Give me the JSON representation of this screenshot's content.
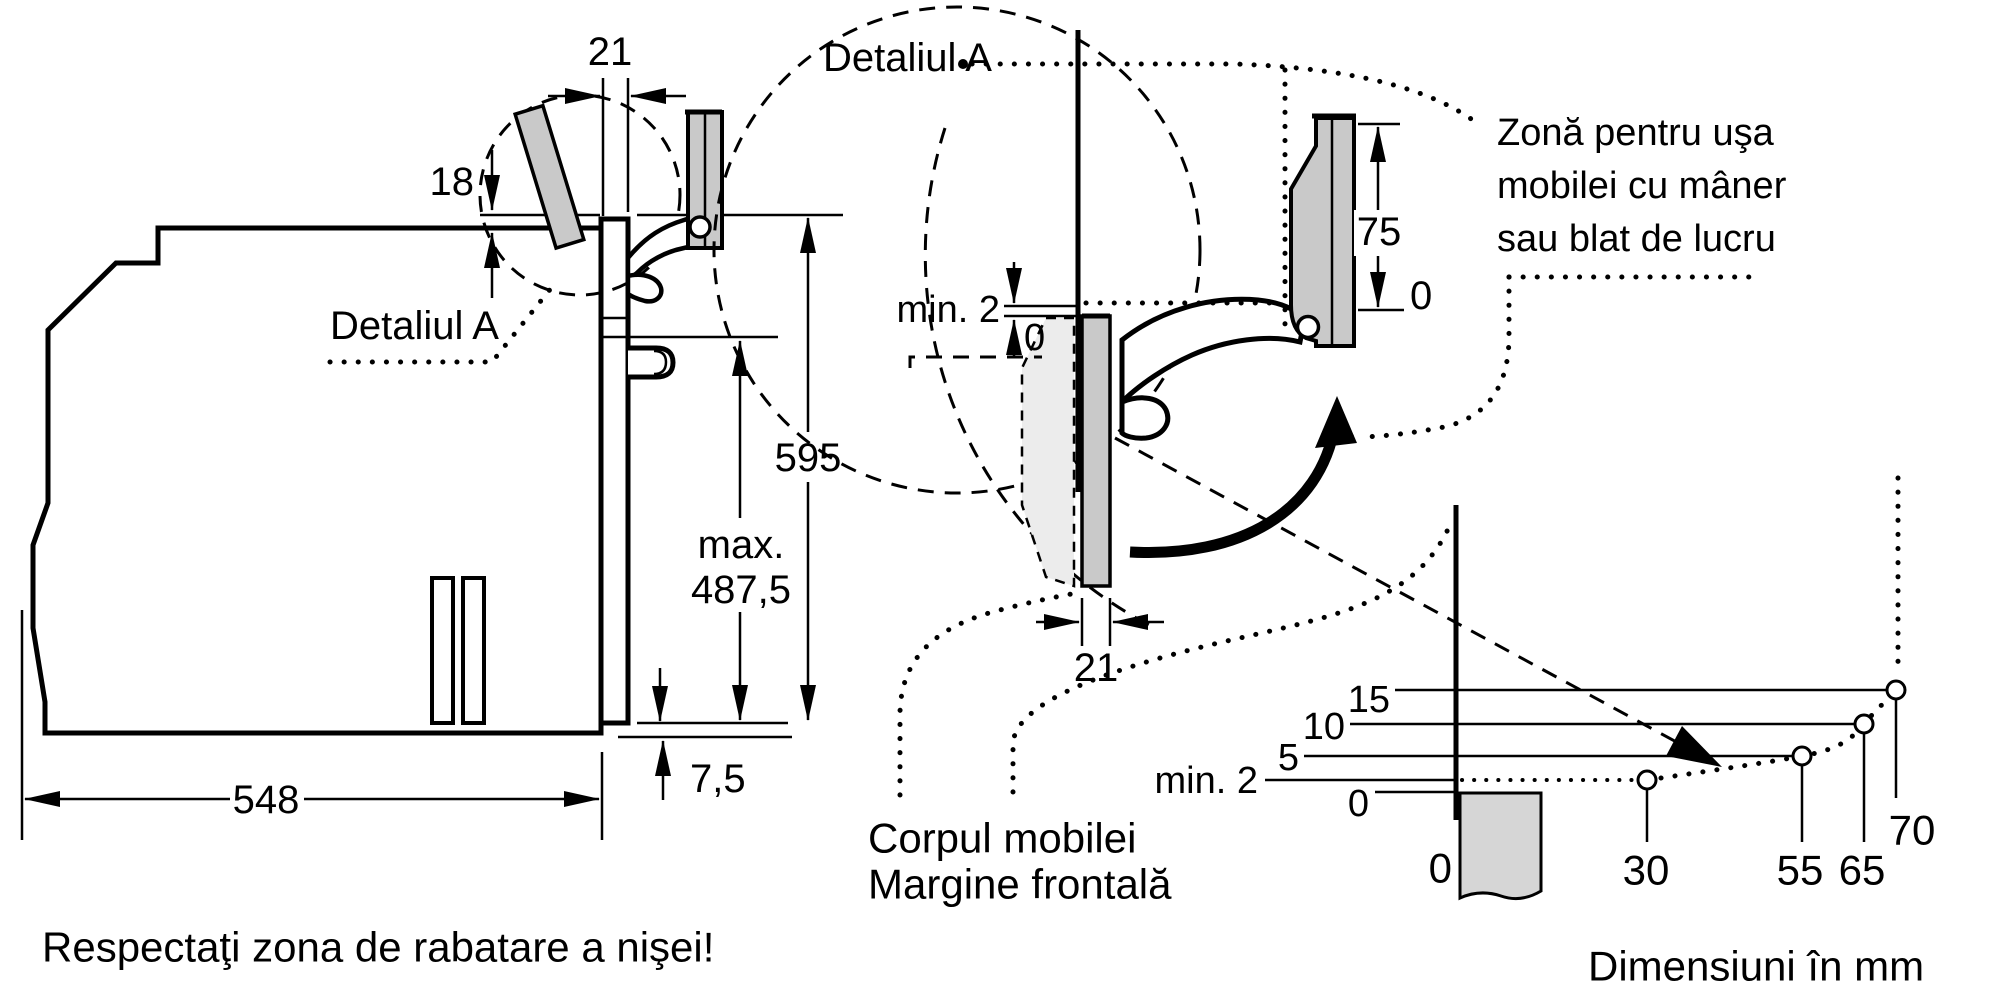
{
  "left_diagram": {
    "dim_top_gap": "21",
    "dim_overlap": "18",
    "detail_ref": "Detaliul A",
    "dim_height": "595",
    "dim_max_line1": "max.",
    "dim_max_line2": "487,5",
    "dim_bottom_gap": "7,5",
    "dim_depth": "548",
    "note": "Respectaţi zona de rabatare a nişei!"
  },
  "detail_view": {
    "title": "Detaliul A",
    "dim_min_gap": "min. 2",
    "dim_min_gap_zero": "0",
    "dim_door_zone": "75",
    "dim_door_zone_zero": "0",
    "dim_front_gap": "21"
  },
  "door_zone_note": {
    "line1": "Zonă pentru uşa",
    "line2": "mobilei cu mâner",
    "line3": "sau blat de lucru"
  },
  "clearance_chart": {
    "y_labels": [
      "15",
      "10",
      "5",
      "min. 2",
      "0"
    ],
    "x_labels": [
      "0",
      "30",
      "55",
      "65",
      "70"
    ],
    "body_label": "Corpul mobilei",
    "edge_label": "Margine frontală",
    "caption": "Dimensiuni în mm"
  },
  "chart_data": {
    "type": "scatter",
    "description": "Required minimum gap vs distance from furniture front edge (oven folding-door clearance)",
    "x": [
      30,
      55,
      65,
      70
    ],
    "y": [
      2,
      5,
      10,
      15
    ],
    "x_tick_labels": [
      "0",
      "30",
      "55",
      "65",
      "70"
    ],
    "y_tick_labels": [
      "0",
      "min. 2",
      "5",
      "10",
      "15"
    ],
    "xlabel": "Dimensiuni în mm",
    "ylabel": "",
    "legend": false,
    "grid": false
  }
}
